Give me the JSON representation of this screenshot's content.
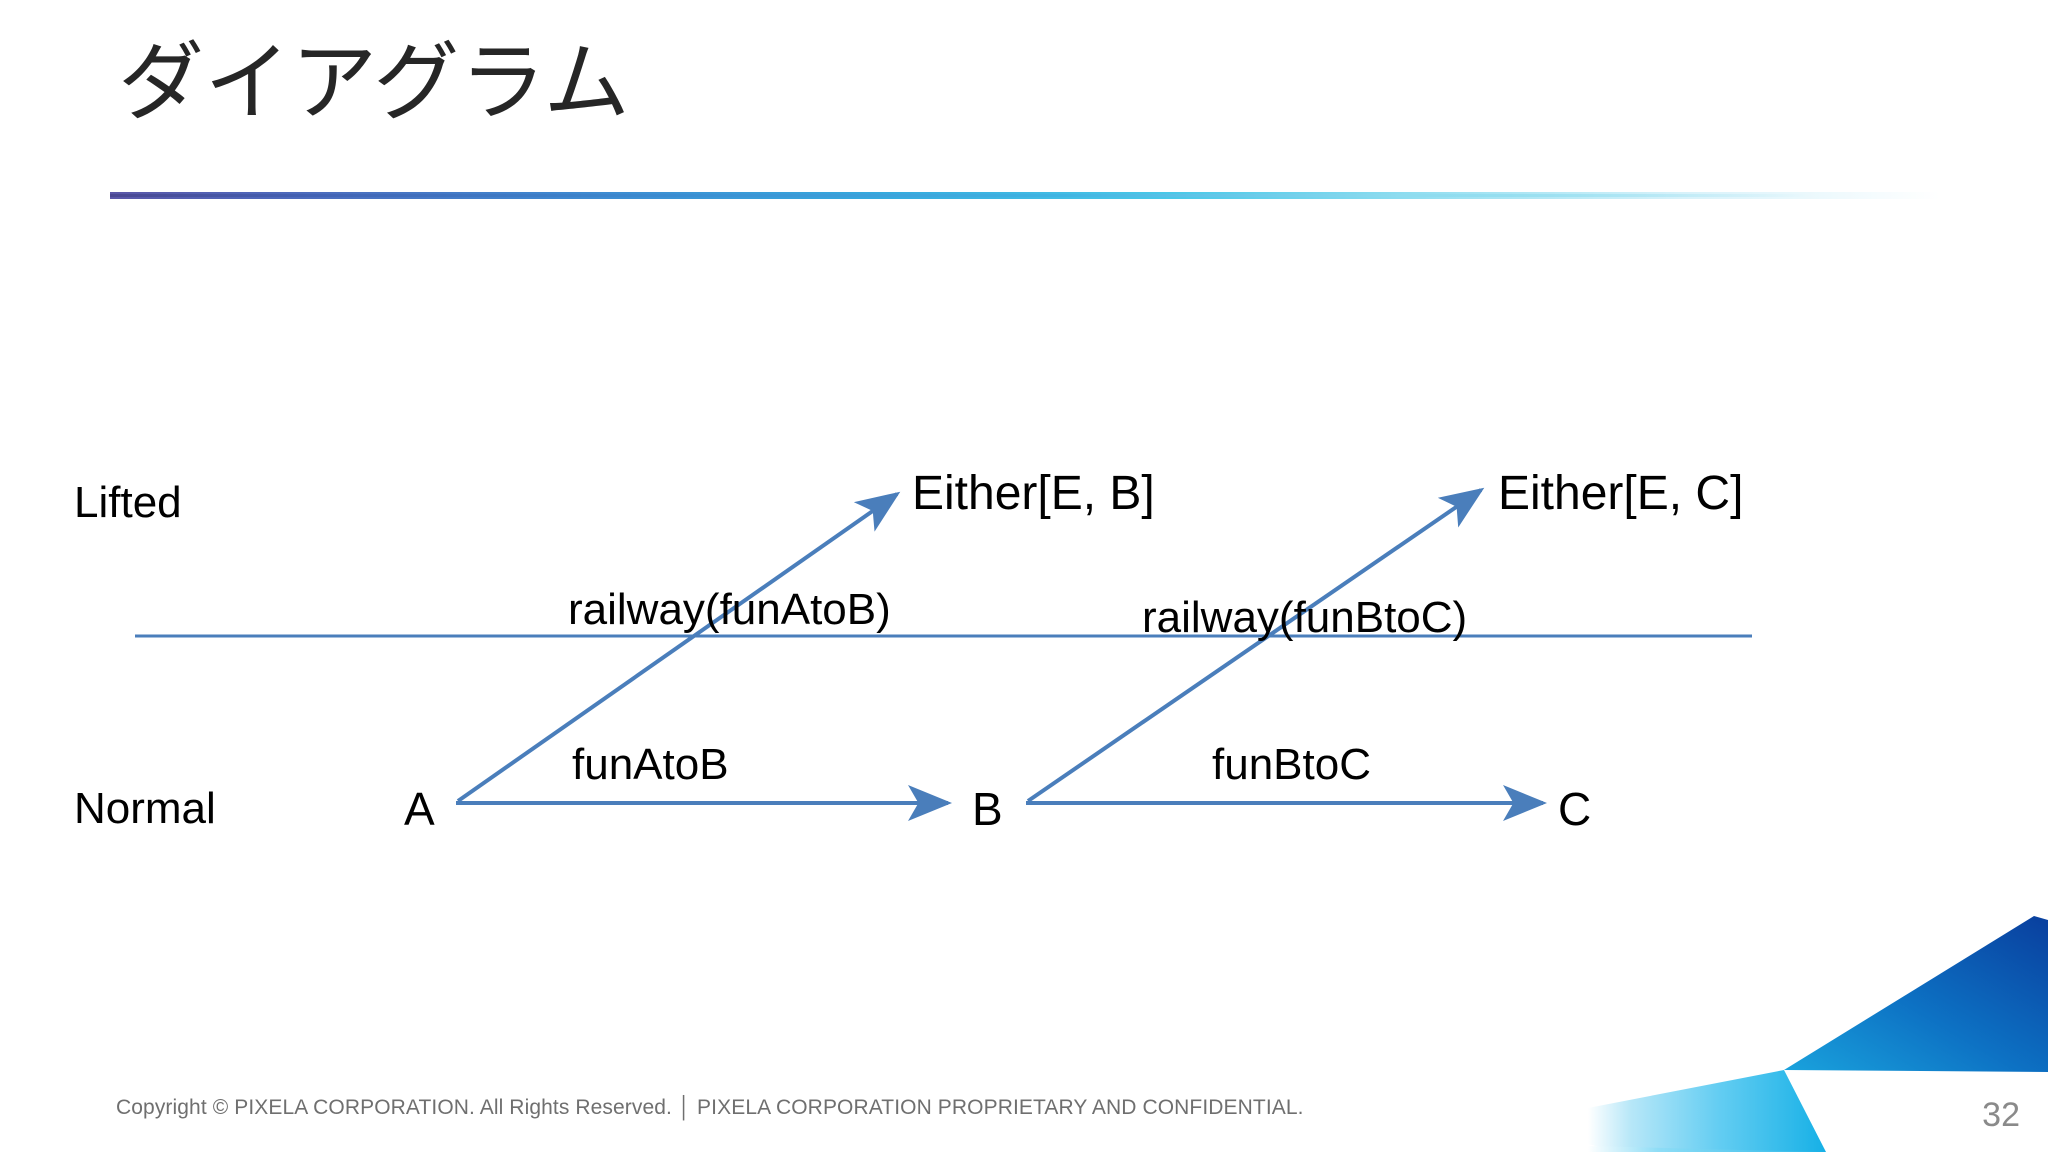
{
  "slide": {
    "title": "ダイアグラム",
    "page_number": "32",
    "accent_blue": "#4a7ebb",
    "title_color": "#262626",
    "rule_gradient_start": "#5b57a8",
    "rule_gradient_mid": "#35a9de",
    "corner_dark_blue": "#0b4ea2",
    "corner_light_blue": "#4ec3ef"
  },
  "diagram": {
    "rows": {
      "lifted": "Lifted",
      "normal": "Normal"
    },
    "nodes": {
      "a": "A",
      "b": "B",
      "c": "C"
    },
    "lifted_types": {
      "either_eb": "Either[E, B]",
      "either_ec": "Either[E, C]"
    },
    "edges": {
      "fun_a_to_b": "funAtoB",
      "fun_b_to_c": "funBtoC",
      "railway_a_to_b": "railway(funAtoB)",
      "railway_b_to_c": "railway(funBtoC)"
    }
  },
  "footer": {
    "copyright": "Copyright © PIXELA CORPORATION. All Rights Reserved. │ PIXELA CORPORATION PROPRIETARY AND CONFIDENTIAL."
  }
}
